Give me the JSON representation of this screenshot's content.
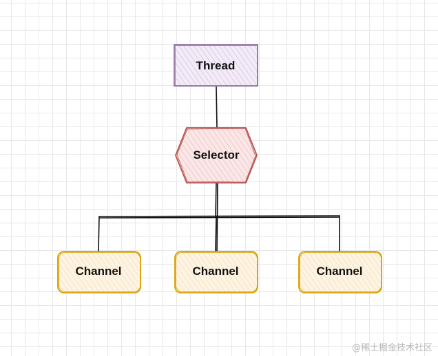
{
  "nodes": {
    "thread": {
      "label": "Thread",
      "fill": "#e5d9ee",
      "stroke": "#9673a6"
    },
    "selector": {
      "label": "Selector",
      "fill": "#f6d3d3",
      "stroke": "#b85450"
    },
    "channels": [
      {
        "label": "Channel"
      },
      {
        "label": "Channel"
      },
      {
        "label": "Channel"
      }
    ],
    "channel_fill": "#fdebd0",
    "channel_stroke": "#d6a000"
  },
  "connector_color": "#111111",
  "watermark": "@稀土掘金技术社区"
}
